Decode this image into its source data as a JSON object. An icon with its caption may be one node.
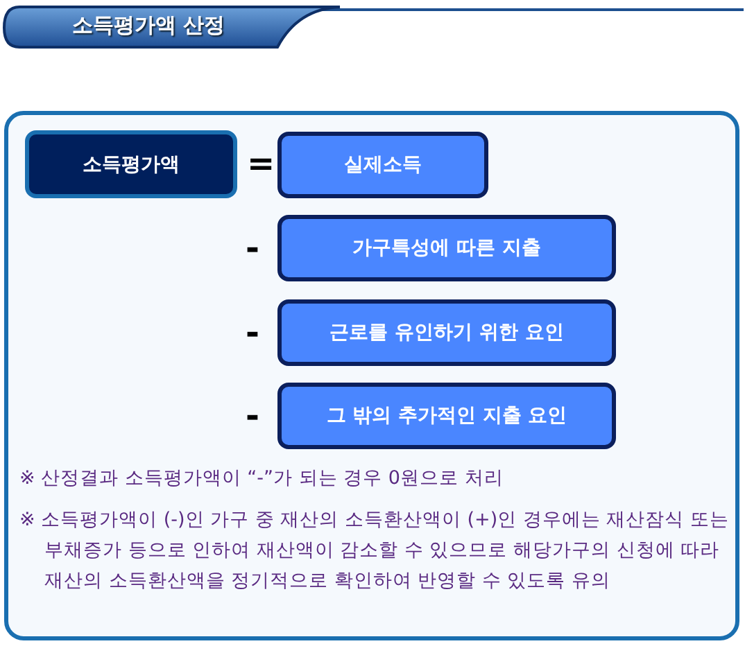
{
  "diagram": {
    "title": "소득평가액 산정",
    "nodes": [
      {
        "text": [
          "소득평가액"
        ]
      },
      {
        "text": [
          "실제소득"
        ]
      },
      {
        "text": [
          "가구특성에 따른 지출"
        ]
      },
      {
        "text": [
          "근로를 유인하기 위한 요인"
        ]
      },
      {
        "text": [
          "그 밖의 추가적인 지출 요인"
        ]
      }
    ],
    "labels": [
      "=",
      "-",
      "-",
      "-",
      "※ 산정결과 소득평가액이 “-”가 되는 경우 0원으로 처리",
      "※ 소득평가액이 (-)인 가구 중 재산의 소득환산액이 (+)인 경우에는 재산잠식 또는 부채증가 등으로 인하여 재산액이 감소할 수 있으므로 해당가구의 신청에 따라 재산의 소득환산액을 정기적으로 확인하여 반영할 수 있도록 유의"
    ]
  }
}
